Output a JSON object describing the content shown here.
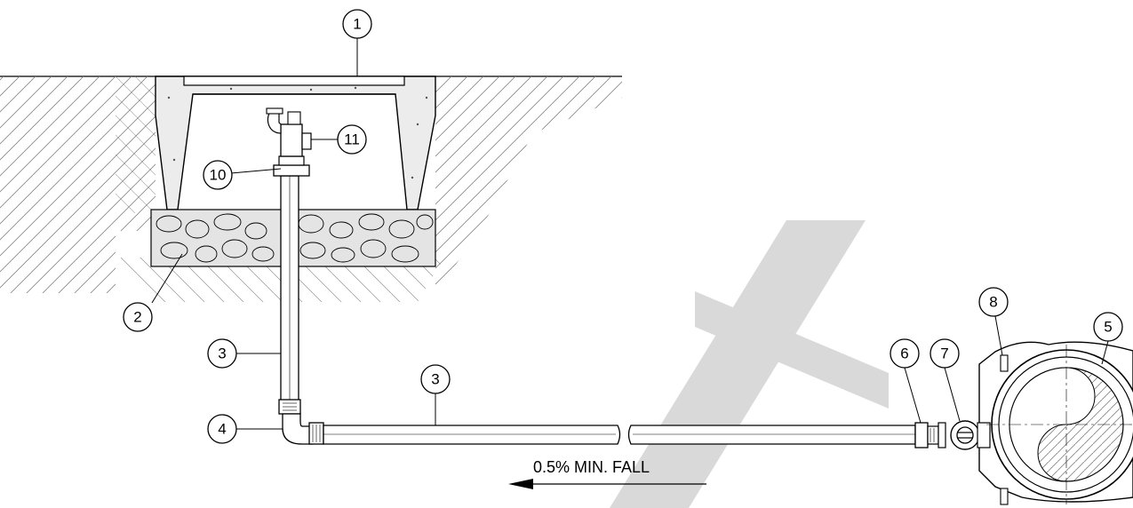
{
  "callouts": {
    "c1": "1",
    "c2": "2",
    "c3a": "3",
    "c3b": "3",
    "c4": "4",
    "c5": "5",
    "c6": "6",
    "c7": "7",
    "c8": "8",
    "c10": "10",
    "c11": "11"
  },
  "fall_label": "0.5% MIN. FALL",
  "colors": {
    "line": "#000000",
    "hatch": "#6a6a6a",
    "gravel": "#e4e4e4",
    "concrete": "#ececec",
    "watermark": "#d9d9d9"
  }
}
